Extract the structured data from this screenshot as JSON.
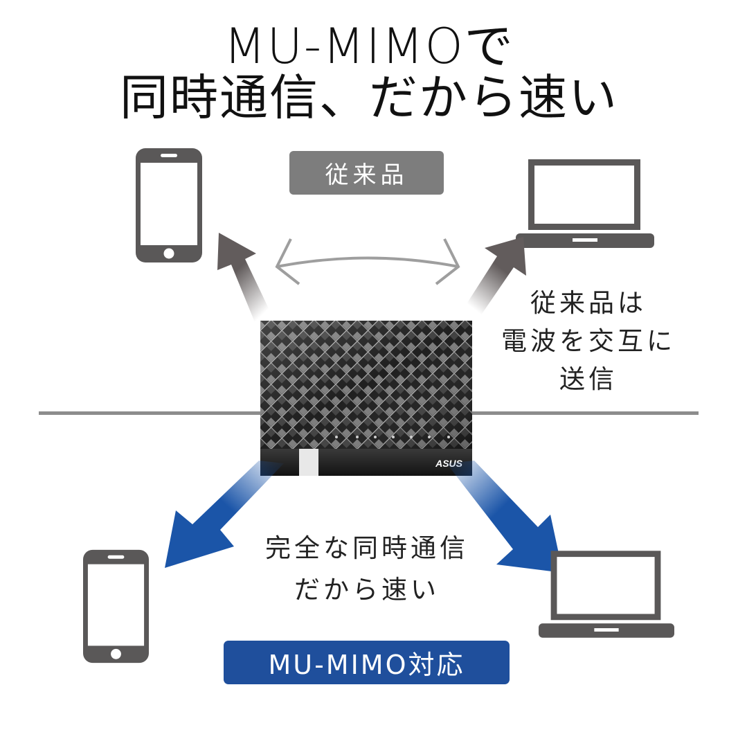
{
  "headline": {
    "line1": "MU-MIMOで",
    "line2": "同時通信、だから速い"
  },
  "legacy_section": {
    "label": "従来品",
    "note_lines": [
      "従来品は",
      "電波を交互に",
      "送信"
    ],
    "arrow_color": "#625c5c",
    "label_bg": "#7d7d7d"
  },
  "mumimo_section": {
    "note_lines": [
      "完全な同時通信",
      "だから速い"
    ],
    "badge": "MU-MIMO対応",
    "arrow_color": "#1b55a8",
    "badge_bg": "#1f4f9c"
  },
  "router": {
    "brand": "ASUS"
  },
  "devices": {
    "top_left": "smartphone-icon",
    "top_right": "laptop-icon",
    "bottom_left": "smartphone-icon",
    "bottom_right": "laptop-icon",
    "icon_color": "#5a5858"
  }
}
